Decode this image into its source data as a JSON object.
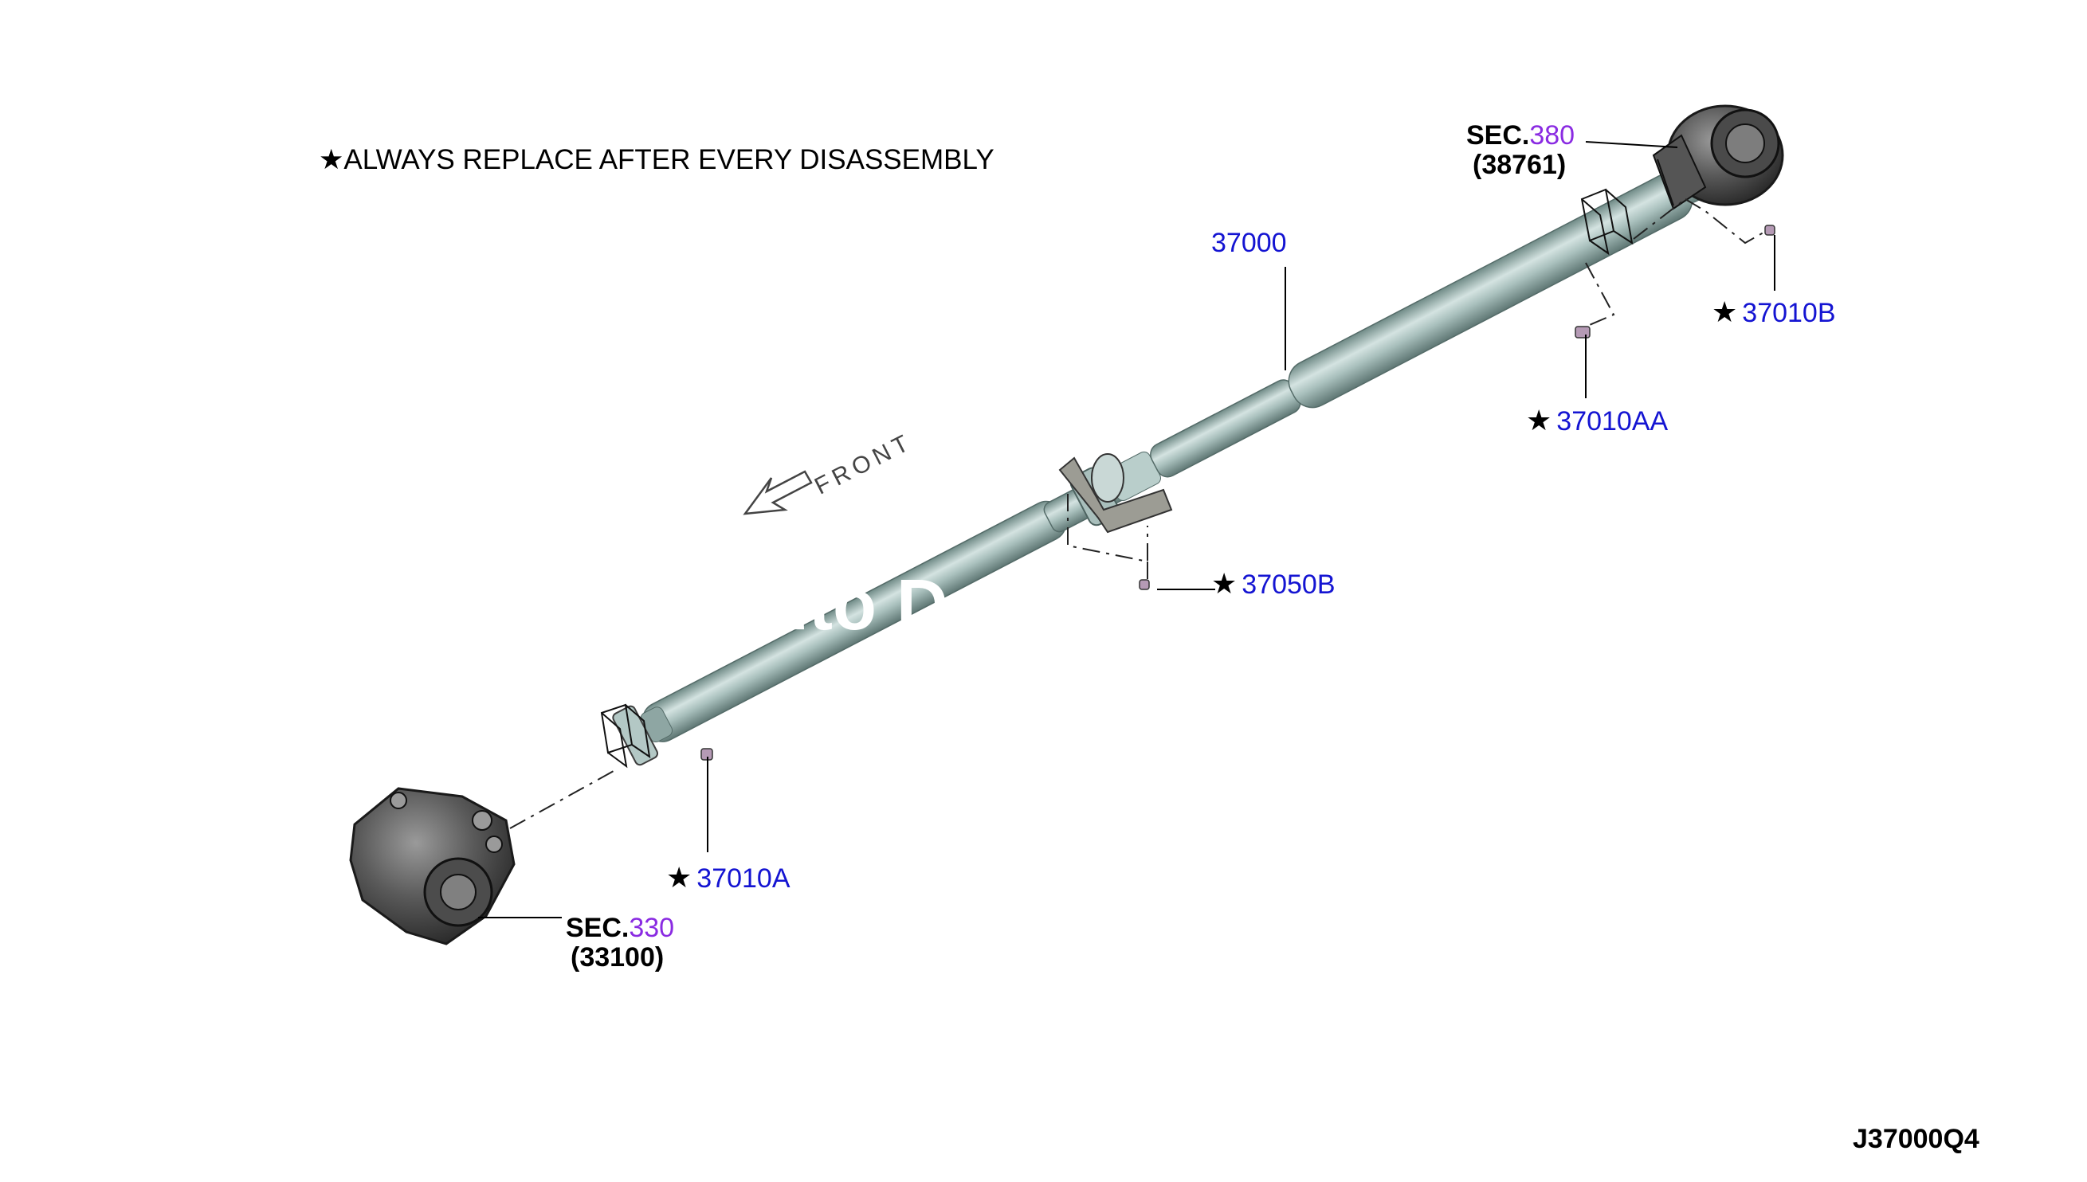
{
  "note": {
    "star": "★",
    "text": "ALWAYS REPLACE AFTER EVERY DISASSEMBLY"
  },
  "front_label": "FRONT",
  "parts": {
    "shaft": "37000",
    "bolt_rear": "37010B",
    "bolt_aa": "37010AA",
    "bolt_center": "37050B",
    "bolt_front": "37010A",
    "star": "★"
  },
  "sections": {
    "rear": {
      "prefix": "SEC.",
      "number": "380",
      "sub": "(38761)"
    },
    "front": {
      "prefix": "SEC.",
      "number": "330",
      "sub": "(33100)"
    }
  },
  "figure_code": "J37000Q4",
  "watermark": "uto D",
  "colors": {
    "part_number": "#1414d2",
    "sec_number": "#8a2be2",
    "shaft_light": "#d4e3e1",
    "shaft_mid": "#9fb7b4",
    "shaft_dark": "#6f8a86",
    "housing_dark": "#3a3a3a",
    "housing_mid": "#6b6b6b"
  }
}
